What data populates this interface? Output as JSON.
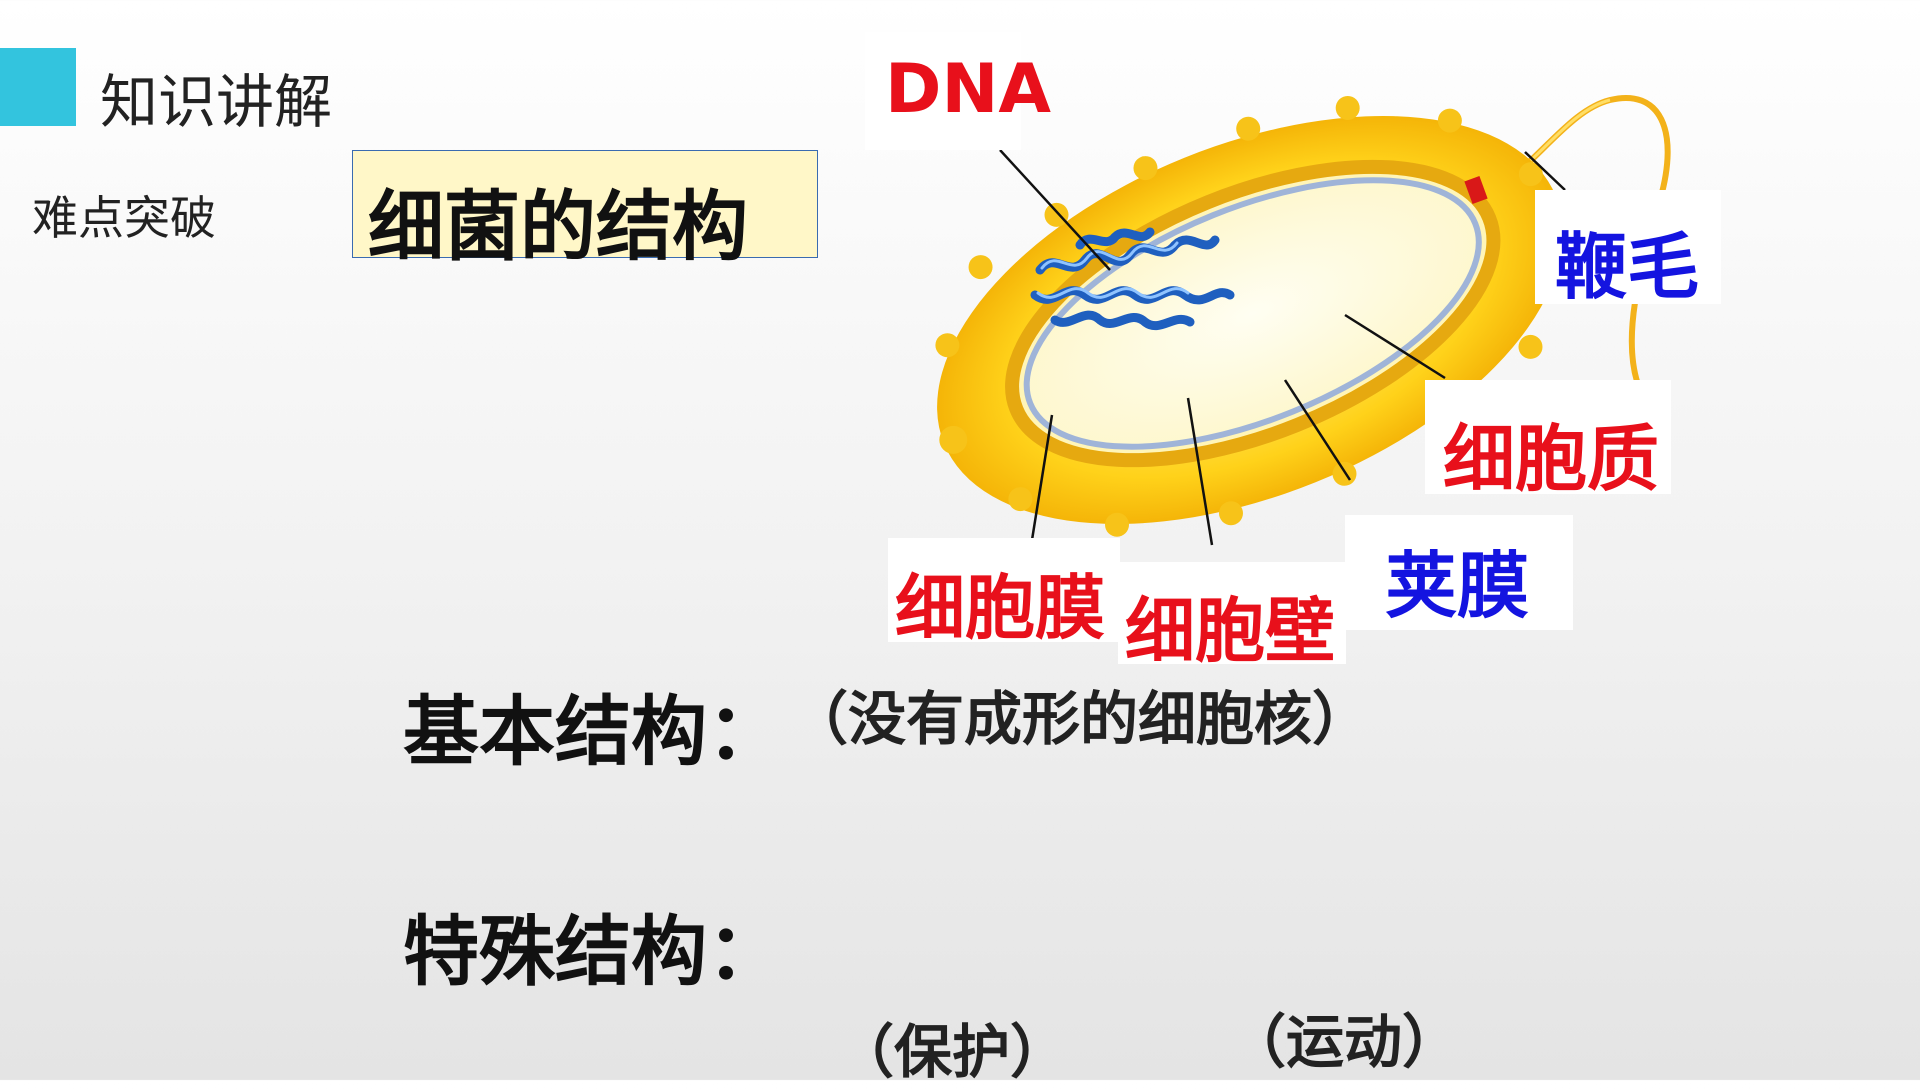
{
  "header": {
    "title": "知识讲解",
    "subtitle": "难点突破"
  },
  "heading": "细菌的结构",
  "labels": {
    "dna": "DNA",
    "flagellum": "鞭毛",
    "cytoplasm": "细胞质",
    "capsule": "荚膜",
    "cell_membrane": "细胞膜",
    "cell_wall": "细胞壁"
  },
  "basic": {
    "label": "基本结构：",
    "note": "（没有成形的细胞核）"
  },
  "special": {
    "label": "特殊结构："
  },
  "notes": {
    "protect": "（保护）",
    "motion": "（运动）"
  },
  "colors": {
    "accent": "#33c4de",
    "red_label": "#e8101b",
    "blue_label": "#1414e0"
  }
}
